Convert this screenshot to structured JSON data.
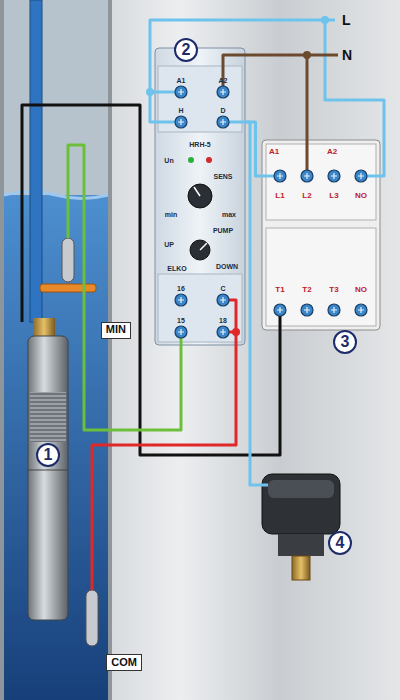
{
  "diagram": {
    "nodes": [
      {
        "text": [
          "2"
        ]
      },
      {
        "text": [
          "A1",
          "A2",
          "H",
          "D",
          "HRH-5",
          "Un",
          "SENS",
          "min",
          "max",
          "PUMP",
          "UP",
          "DOWN",
          "ELKO",
          "16",
          "C",
          "15",
          "18"
        ]
      },
      {
        "text": [
          "A1",
          "A2",
          "L1",
          "L2",
          "L3",
          "NO",
          "T1",
          "T2",
          "T3",
          "NO"
        ]
      },
      {
        "text": [
          "3"
        ]
      },
      {
        "text": [
          "MIN"
        ]
      },
      {
        "text": [
          "1"
        ]
      },
      {
        "text": [
          "4"
        ]
      },
      {
        "text": [
          "COM"
        ]
      }
    ],
    "edges": [
      {
        "from": 1,
        "to": 2,
        "arrow": "none"
      }
    ],
    "labels": [
      "L",
      "N"
    ]
  }
}
